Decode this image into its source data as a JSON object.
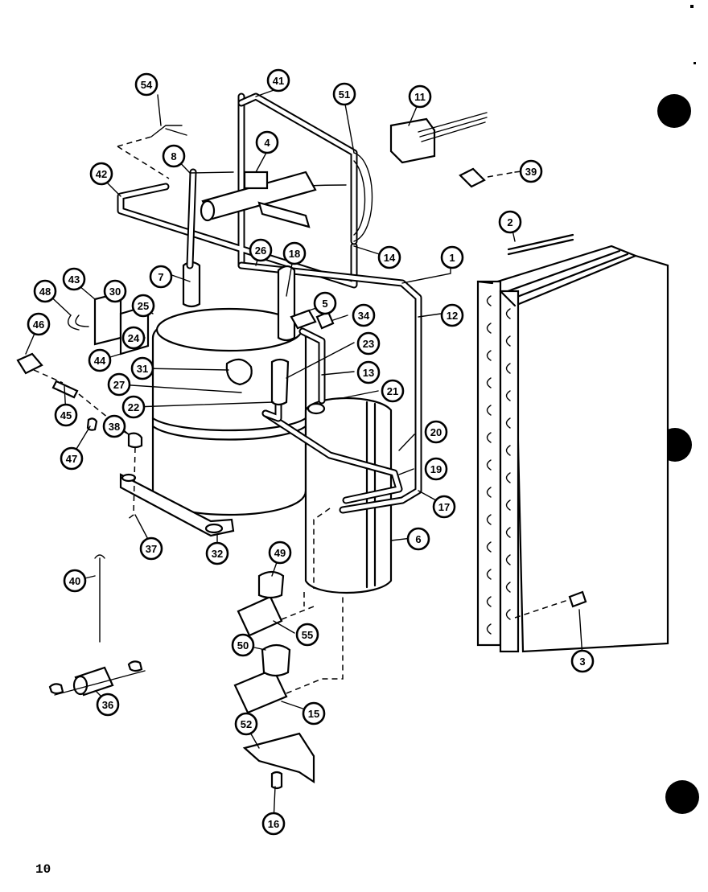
{
  "page": {
    "number": "10"
  },
  "callouts": [
    {
      "id": "c54",
      "label": "54"
    },
    {
      "id": "c41",
      "label": "41"
    },
    {
      "id": "c51",
      "label": "51"
    },
    {
      "id": "c11",
      "label": "11"
    },
    {
      "id": "c8",
      "label": "8"
    },
    {
      "id": "c4",
      "label": "4"
    },
    {
      "id": "c42",
      "label": "42"
    },
    {
      "id": "c39",
      "label": "39"
    },
    {
      "id": "c2",
      "label": "2"
    },
    {
      "id": "c14",
      "label": "14"
    },
    {
      "id": "c1",
      "label": "1"
    },
    {
      "id": "c26",
      "label": "26"
    },
    {
      "id": "c18",
      "label": "18"
    },
    {
      "id": "c7",
      "label": "7"
    },
    {
      "id": "c43",
      "label": "43"
    },
    {
      "id": "c30",
      "label": "30"
    },
    {
      "id": "c48",
      "label": "48"
    },
    {
      "id": "c5",
      "label": "5"
    },
    {
      "id": "c25",
      "label": "25"
    },
    {
      "id": "c34",
      "label": "34"
    },
    {
      "id": "c12",
      "label": "12"
    },
    {
      "id": "c46",
      "label": "46"
    },
    {
      "id": "c24",
      "label": "24"
    },
    {
      "id": "c44",
      "label": "44"
    },
    {
      "id": "c23",
      "label": "23"
    },
    {
      "id": "c31",
      "label": "31"
    },
    {
      "id": "c13",
      "label": "13"
    },
    {
      "id": "c27",
      "label": "27"
    },
    {
      "id": "c21",
      "label": "21"
    },
    {
      "id": "c22",
      "label": "22"
    },
    {
      "id": "c45",
      "label": "45"
    },
    {
      "id": "c38",
      "label": "38"
    },
    {
      "id": "c20",
      "label": "20"
    },
    {
      "id": "c47",
      "label": "47"
    },
    {
      "id": "c19",
      "label": "19"
    },
    {
      "id": "c17",
      "label": "17"
    },
    {
      "id": "c6",
      "label": "6"
    },
    {
      "id": "c37",
      "label": "37"
    },
    {
      "id": "c32",
      "label": "32"
    },
    {
      "id": "c49",
      "label": "49"
    },
    {
      "id": "c40",
      "label": "40"
    },
    {
      "id": "c55",
      "label": "55"
    },
    {
      "id": "c3",
      "label": "3"
    },
    {
      "id": "c50",
      "label": "50"
    },
    {
      "id": "c36",
      "label": "36"
    },
    {
      "id": "c15",
      "label": "15"
    },
    {
      "id": "c52",
      "label": "52"
    },
    {
      "id": "c16",
      "label": "16"
    }
  ]
}
